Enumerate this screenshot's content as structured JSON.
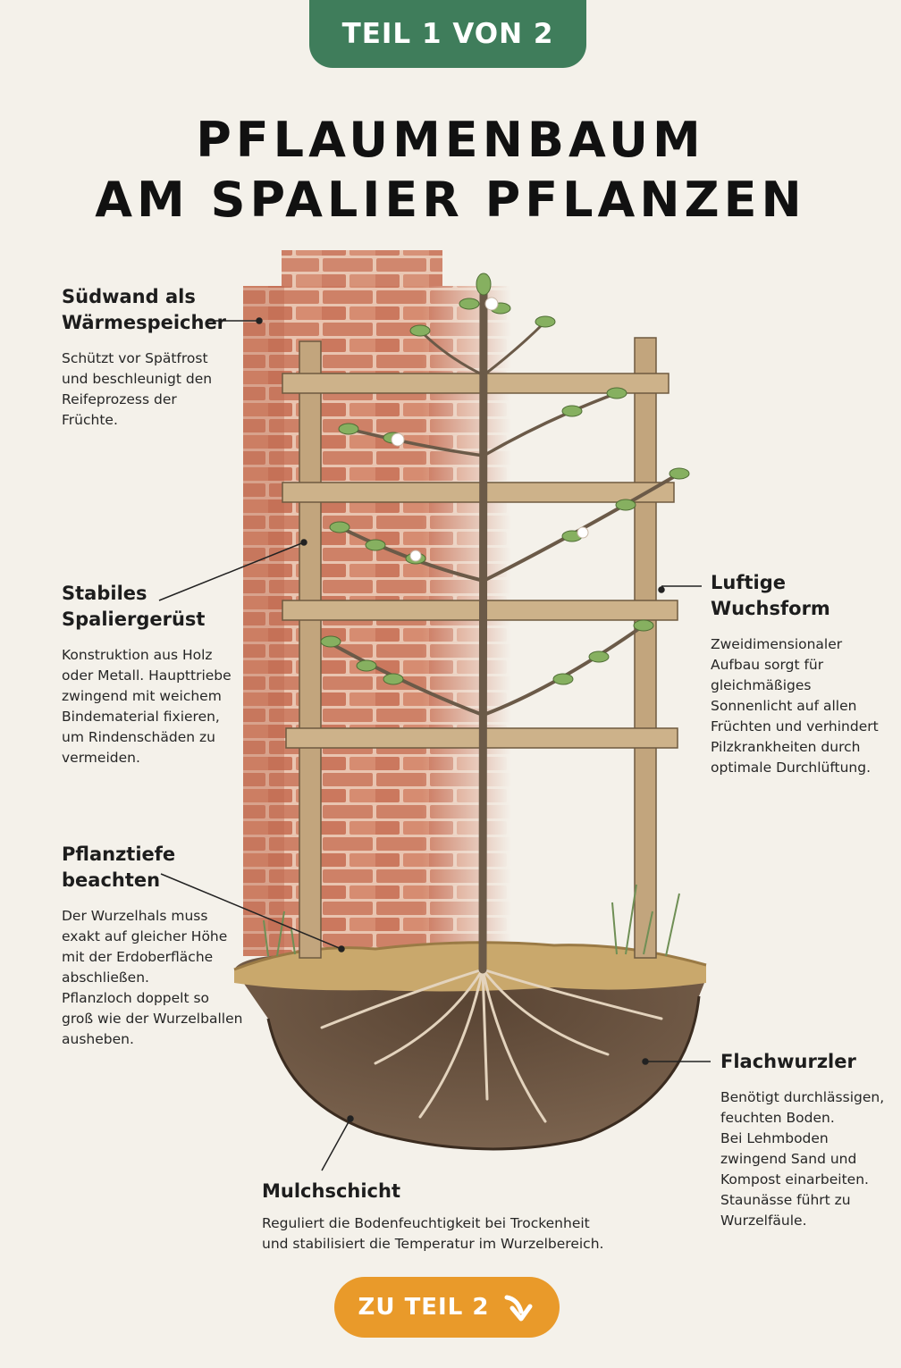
{
  "badge": {
    "label": "TEIL 1 VON 2"
  },
  "title": {
    "line1": "PFLAUMENBAUM",
    "line2": "AM SPALIER PFLANZEN"
  },
  "annotations": [
    {
      "heading_line1": "Südwand als",
      "heading_line2": "Wärmespeicher",
      "text": [
        "Schützt vor Spätfrost",
        "und beschleunigt den",
        "Reifeprozess der",
        "Früchte."
      ]
    },
    {
      "heading_line1": "Stabiles",
      "heading_line2": "Spaliergerüst",
      "text": [
        "Konstruktion aus Holz",
        "oder Metall. Haupttriebe",
        "zwingend mit weichem",
        "Bindematerial fixieren,",
        "um Rindenschäden zu",
        "vermeiden."
      ]
    },
    {
      "heading_line1": "Pflanztiefe",
      "heading_line2": "beachten",
      "text": [
        "Der Wurzelhals muss",
        "exakt auf gleicher Höhe",
        "mit der Erdoberfläche",
        "abschließen.",
        "Pflanzloch doppelt so",
        "groß wie der Wurzelballen",
        "ausheben."
      ]
    },
    {
      "heading_line1": "Luftige",
      "heading_line2": "Wuchsform",
      "text": [
        "Zweidimensionaler",
        "Aufbau sorgt für",
        "gleichmäßiges",
        "Sonnenlicht auf allen",
        "Früchten und verhindert",
        "Pilzkrankheiten durch",
        "optimale Durchlüftung."
      ]
    },
    {
      "heading_line1": "Flachwurzler",
      "heading_line2": "",
      "text": [
        "Benötigt durchlässigen,",
        "feuchten Boden.",
        "Bei Lehmboden",
        "zwingend Sand und",
        "Kompost einarbeiten.",
        "Staunässe führt zu",
        "Wurzelfäule."
      ]
    },
    {
      "heading_line1": "Mulchschicht",
      "heading_line2": "",
      "text": [
        "Reguliert die Bodenfeuchtigkeit bei Trockenheit",
        "und stabilisiert die Temperatur im Wurzelbereich."
      ]
    }
  ],
  "cta": {
    "label": "ZU TEIL 2",
    "icon": "arrow-down-right-icon"
  },
  "colors": {
    "badge": "#3f7d5b",
    "cta": "#e99a2a",
    "brick": "#c9785e",
    "wood": "#b59a74",
    "soil": "#6b5340",
    "leaf": "#7fa85a"
  }
}
